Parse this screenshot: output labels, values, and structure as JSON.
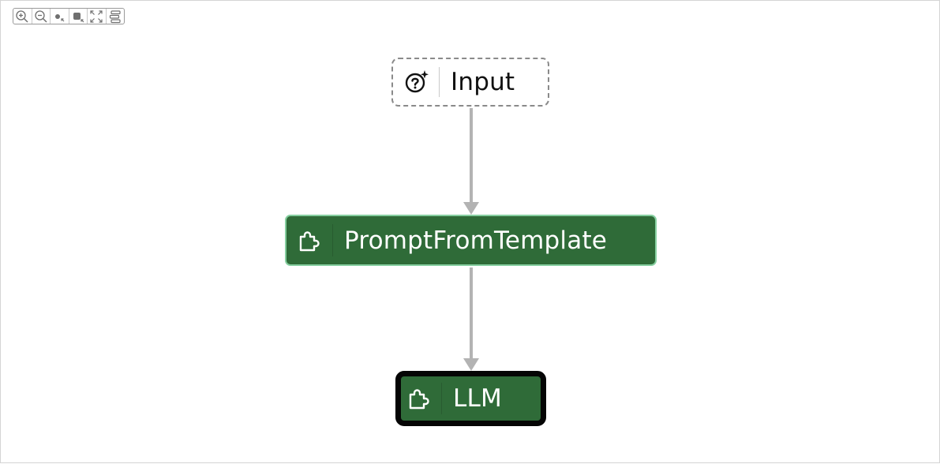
{
  "toolbar": {
    "buttons": [
      {
        "name": "zoom-in-icon"
      },
      {
        "name": "zoom-out-icon"
      },
      {
        "name": "small-node-icon"
      },
      {
        "name": "large-node-icon"
      },
      {
        "name": "fit-view-icon"
      },
      {
        "name": "layout-icon"
      }
    ]
  },
  "diagram": {
    "nodes": [
      {
        "id": "input",
        "label": "Input",
        "icon": "question-sparkle-icon",
        "style": "dashed-outline"
      },
      {
        "id": "prompt",
        "label": "PromptFromTemplate",
        "icon": "puzzle-icon",
        "style": "green"
      },
      {
        "id": "llm",
        "label": "LLM",
        "icon": "puzzle-icon",
        "style": "green-selected"
      }
    ],
    "edges": [
      {
        "from": "input",
        "to": "prompt"
      },
      {
        "from": "prompt",
        "to": "llm"
      }
    ],
    "colors": {
      "node_fill": "#2f6b38",
      "node_border": "#86cfa0",
      "selected_border": "#050505",
      "edge": "#b3b3b3",
      "input_border": "#8a8a8a"
    }
  }
}
